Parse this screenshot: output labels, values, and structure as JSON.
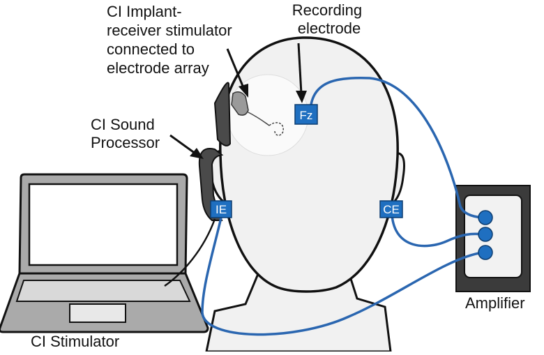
{
  "labels": {
    "implant": [
      "CI Implant-",
      "receiver stimulator",
      "connected to",
      "electrode array"
    ],
    "recording": [
      "Recording",
      "electrode"
    ],
    "processor": [
      "CI Sound",
      "Processor"
    ],
    "stimulator": "CI Stimulator",
    "amplifier": "Amplifier"
  },
  "electrodes": {
    "fz": "Fz",
    "ie": "IE",
    "ce": "CE"
  },
  "colors": {
    "wire": "#2a66b0",
    "electrode_fill": "#1f6fc0",
    "head_fill": "#f1f1f1",
    "outline": "#111111",
    "laptop_frame": "#aaaaaa",
    "laptop_screen": "#ffffff",
    "amplifier_body": "#3b3b3b",
    "amplifier_panel": "#f2f2f2",
    "processor": "#4a4a4a",
    "implant_zone": "#fafafa"
  }
}
